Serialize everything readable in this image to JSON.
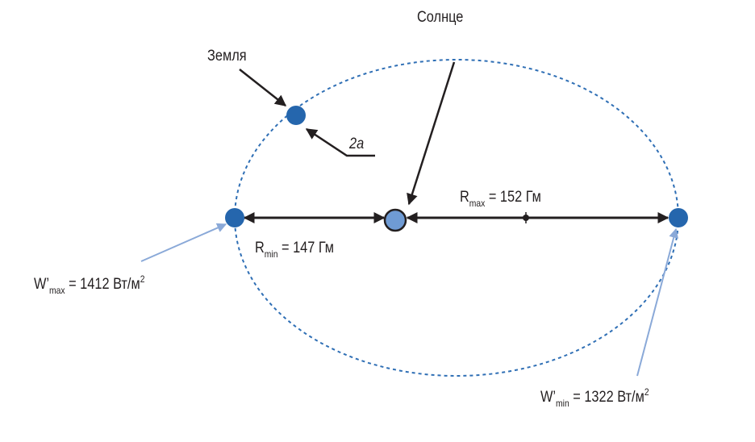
{
  "labels": {
    "sun": "Солнце",
    "earth": "Земля",
    "two_a": "2a",
    "r_max": {
      "symbol": "R",
      "sub": "max",
      "value": "= 152 Гм"
    },
    "r_min": {
      "symbol": "R",
      "sub": "min",
      "value": "= 147 Гм"
    },
    "w_max": {
      "symbol": "W’",
      "sub": "max",
      "value": "= 1412 Вт/м",
      "sup": "2"
    },
    "w_min": {
      "symbol": "W’",
      "sub": "min",
      "value": "= 1322 Вт/м",
      "sup": "2"
    }
  },
  "colors": {
    "orbit": "#2f6fb5",
    "planet": "#2566ad",
    "sun": "#6f9bd4",
    "arrow_dark": "#231f20",
    "arrow_light": "#8aa9d8",
    "text": "#231f20"
  }
}
